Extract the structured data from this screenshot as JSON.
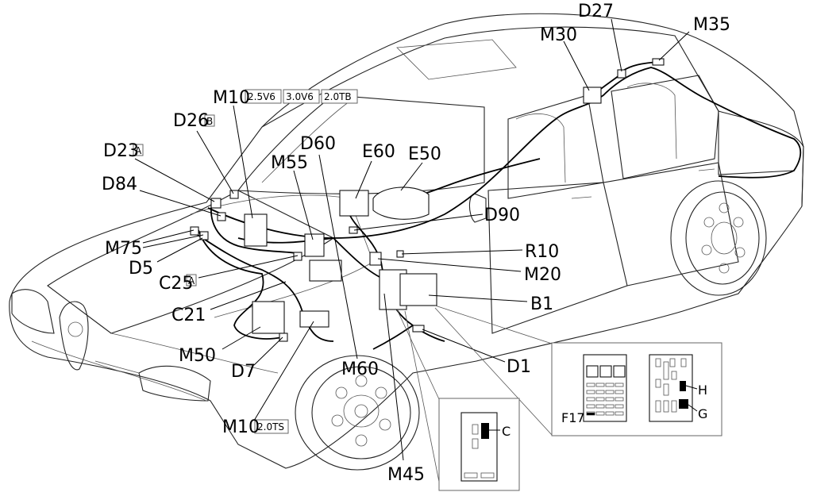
{
  "labels": {
    "d27": "D27",
    "m35": "M35",
    "m30": "M30",
    "m10_top": "M10",
    "v25": "2.5V6",
    "v30": "3.0V6",
    "tb20": "2.0TB",
    "d26": "D26",
    "d26_suffix": "B",
    "d23": "D23",
    "d23_suffix": "A",
    "d84": "D84",
    "m75": "M75",
    "d5": "D5",
    "c25": "C25",
    "c25_suffix": "A",
    "c21": "C21",
    "m50": "M50",
    "d7": "D7",
    "m10_bottom": "M10",
    "ts20": "2.0TS",
    "d60": "D60",
    "m55": "M55",
    "e60": "E60",
    "e50": "E50",
    "d90": "D90",
    "r10": "R10",
    "m20": "M20",
    "b1": "B1",
    "d1": "D1",
    "m60": "M60",
    "m45": "M45",
    "f17": "F17",
    "h": "H",
    "g": "G",
    "c": "C"
  }
}
